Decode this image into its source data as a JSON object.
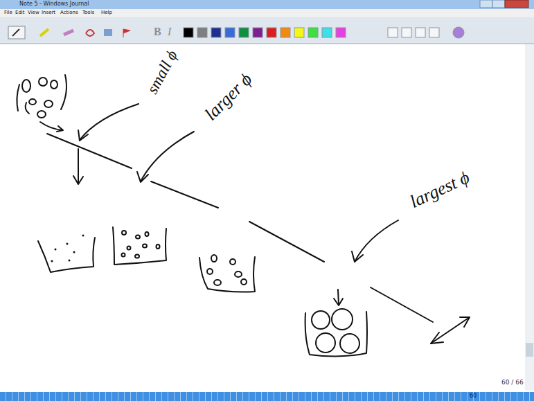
{
  "diagram": {
    "labels": [
      "Note 5 - Windows Journal",
      "File",
      "Edit",
      "View",
      "Insert",
      "Actions",
      "Tools",
      "Help",
      "B",
      "I",
      "small ϕ",
      "larger ϕ",
      "largest ϕ",
      "60 / 66",
      "60"
    ]
  }
}
